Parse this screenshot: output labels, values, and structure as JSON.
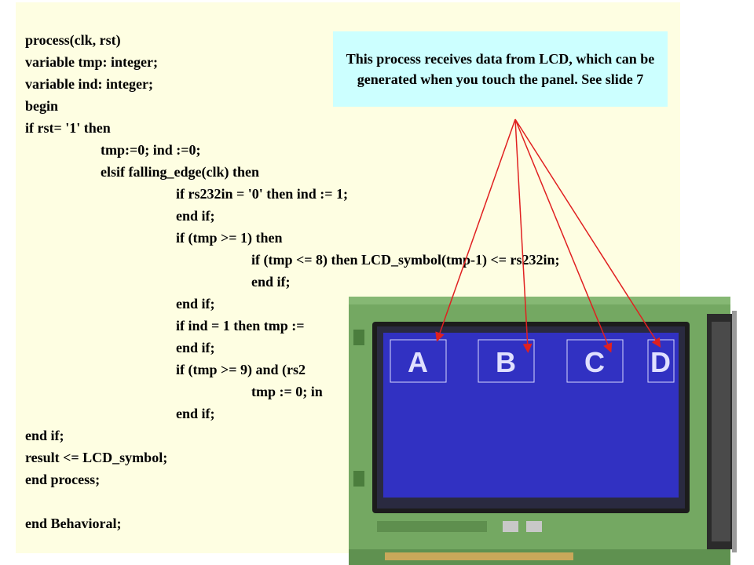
{
  "code_lines": [
    "process(clk, rst)",
    "variable tmp: integer;",
    "variable ind: integer;",
    "begin",
    "if rst= '1' then",
    "tmp:=0; ind :=0;",
    "elsif falling_edge(clk) then",
    "if rs232in = '0' then ind := 1;",
    "end if;",
    "if (tmp >= 1) then",
    "if (tmp <= 8) then LCD_symbol(tmp-1) <= rs232in;",
    "end if;",
    "end if;",
    "if ind = 1 then tmp :=",
    "end if;",
    "if (tmp >= 9) and (rs2",
    "tmp := 0; in",
    "end if;",
    "end if;",
    "result <= LCD_symbol;",
    "end process;",
    "",
    "end Behavioral;"
  ],
  "callout": {
    "text": "This process receives data from LCD, which can be generated when you touch the panel.  See slide 7"
  },
  "lcd": {
    "labels": [
      "A",
      "B",
      "C",
      "D"
    ]
  },
  "colors": {
    "code_background": "#fefee2",
    "callout_background": "#ccffff",
    "screen_blue": "#3131c2",
    "pcb_green": "#6fa35e",
    "arrow_red": "#e02020"
  }
}
